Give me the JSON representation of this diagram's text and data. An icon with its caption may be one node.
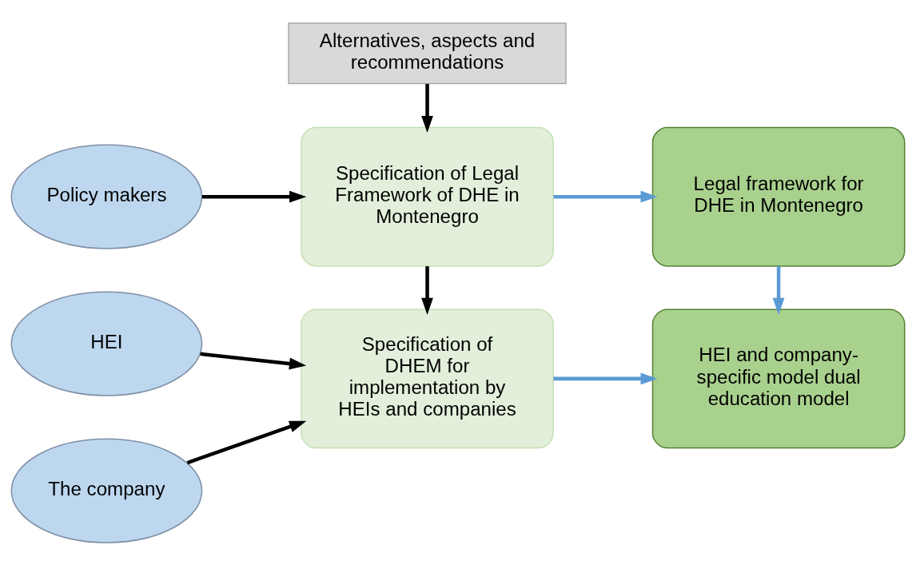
{
  "diagram": {
    "nodes": [
      {
        "text": [
          "Alternatives, aspects and recommendations"
        ]
      },
      {
        "text": [
          "Policy makers"
        ]
      },
      {
        "text": [
          "Specification of Legal Framework of DHE in Montenegro"
        ]
      },
      {
        "text": [
          "Legal framework for DHE in Montenegro"
        ]
      },
      {
        "text": [
          "HEI"
        ]
      },
      {
        "text": [
          "Specification of DHEM for implementation by HEIs and companies"
        ]
      },
      {
        "text": [
          "HEI and company-specific model dual education model"
        ]
      },
      {
        "text": [
          "The company"
        ]
      }
    ],
    "edges": [
      {
        "from": 0,
        "to": 2,
        "arrow": "to"
      },
      {
        "from": 1,
        "to": 2,
        "arrow": "to"
      },
      {
        "from": 2,
        "to": 3,
        "arrow": "to",
        "color": "#5b9bd5"
      },
      {
        "from": 2,
        "to": 5,
        "arrow": "to"
      },
      {
        "from": 3,
        "to": 6,
        "arrow": "to",
        "color": "#5b9bd5"
      },
      {
        "from": 4,
        "to": 5,
        "arrow": "to"
      },
      {
        "from": 7,
        "to": 5,
        "arrow": "to"
      },
      {
        "from": 5,
        "to": 6,
        "arrow": "to",
        "color": "#5b9bd5"
      }
    ]
  }
}
